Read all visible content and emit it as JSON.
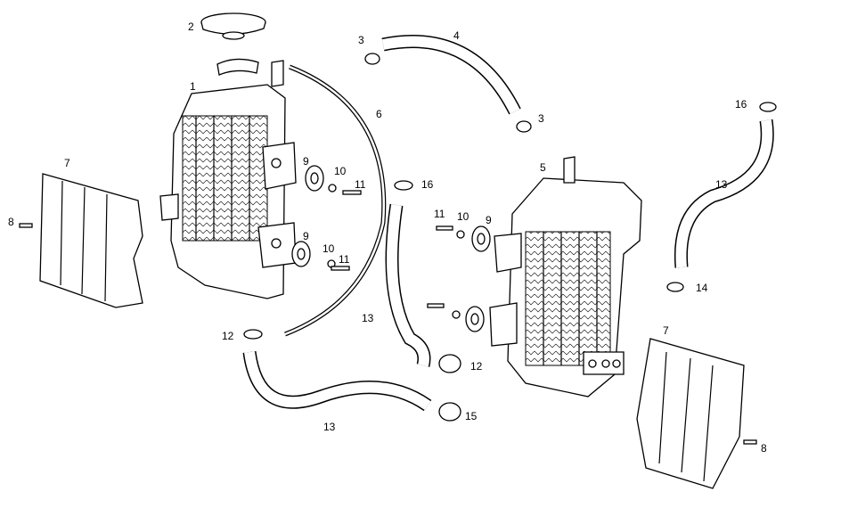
{
  "diagram": {
    "title": "Radiator cooling system exploded parts view",
    "callouts": [
      "1",
      "2",
      "3",
      "3",
      "4",
      "5",
      "6",
      "7",
      "7",
      "8",
      "8",
      "9",
      "9",
      "9",
      "10",
      "10",
      "10",
      "11",
      "11",
      "11",
      "12",
      "12",
      "13",
      "13",
      "13",
      "14",
      "15",
      "16",
      "16"
    ]
  }
}
